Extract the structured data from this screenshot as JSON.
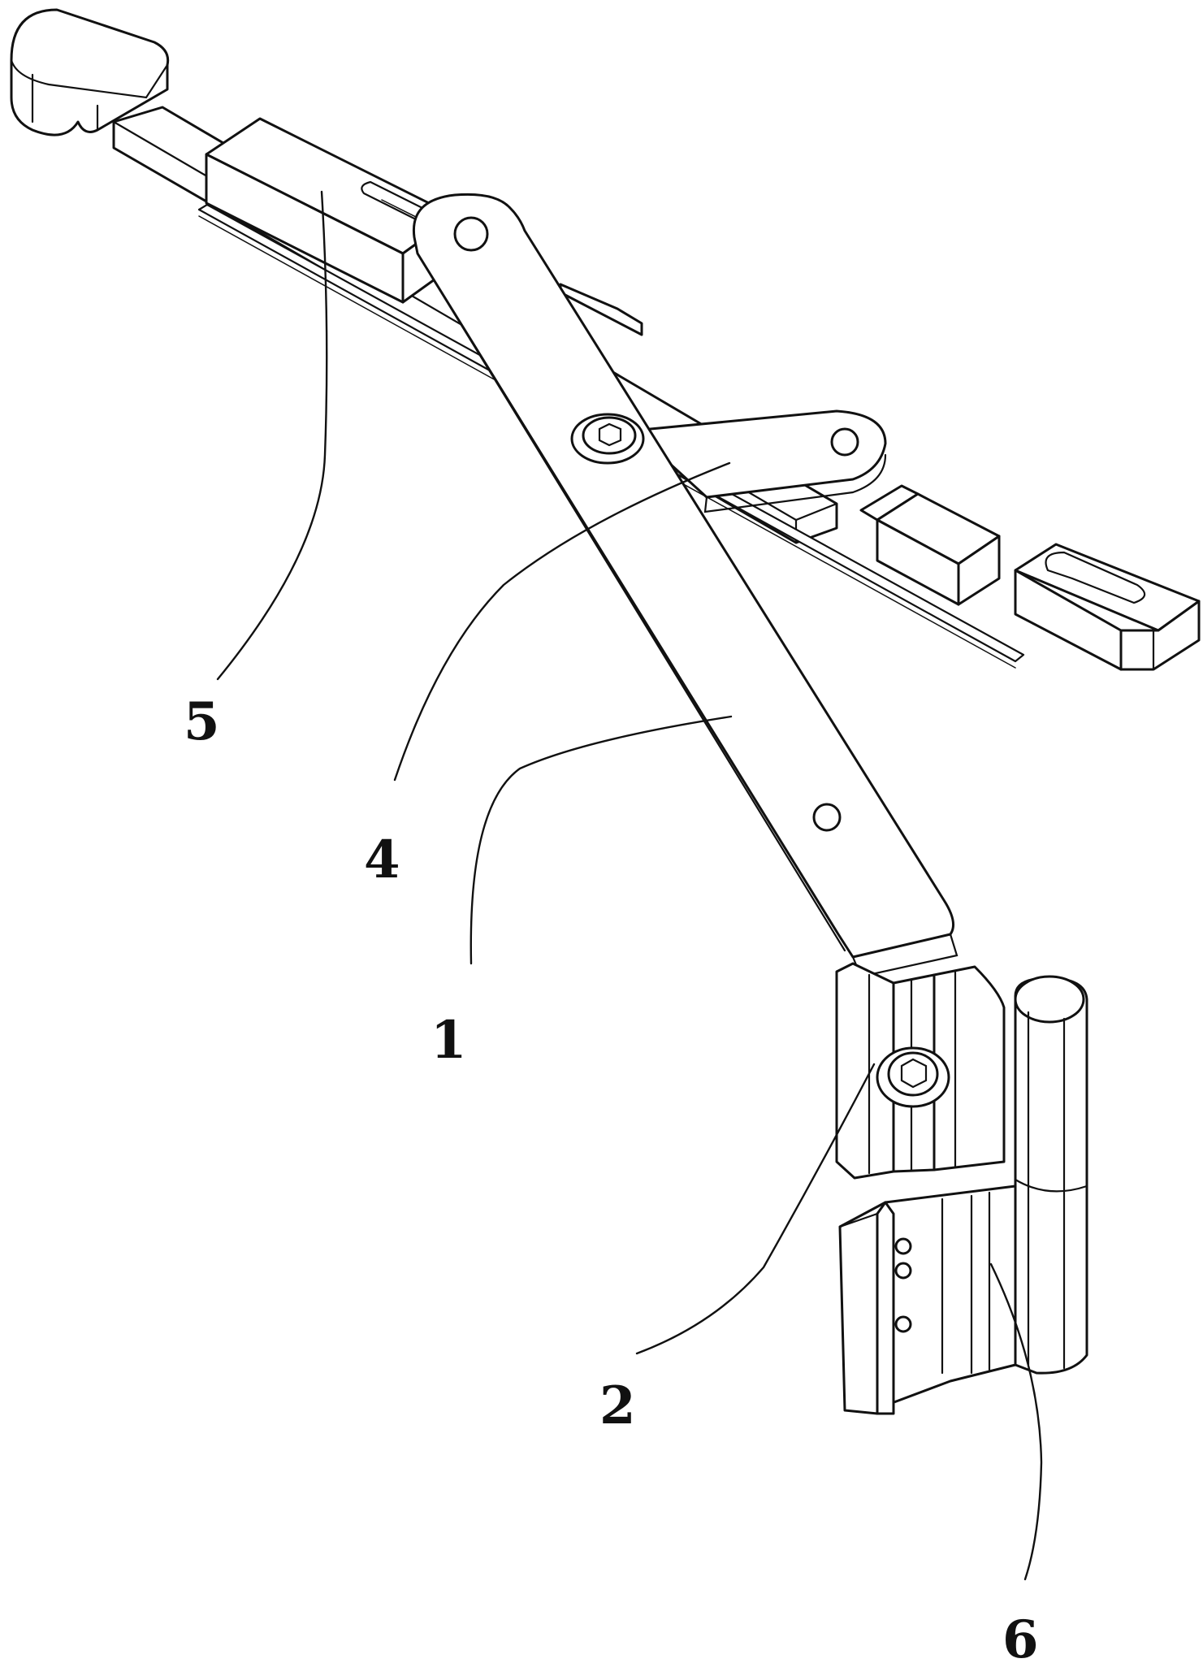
{
  "figure": {
    "callouts": [
      {
        "id": "5",
        "label": "5"
      },
      {
        "id": "4",
        "label": "4"
      },
      {
        "id": "1",
        "label": "1"
      },
      {
        "id": "2",
        "label": "2"
      },
      {
        "id": "6",
        "label": "6"
      }
    ]
  }
}
